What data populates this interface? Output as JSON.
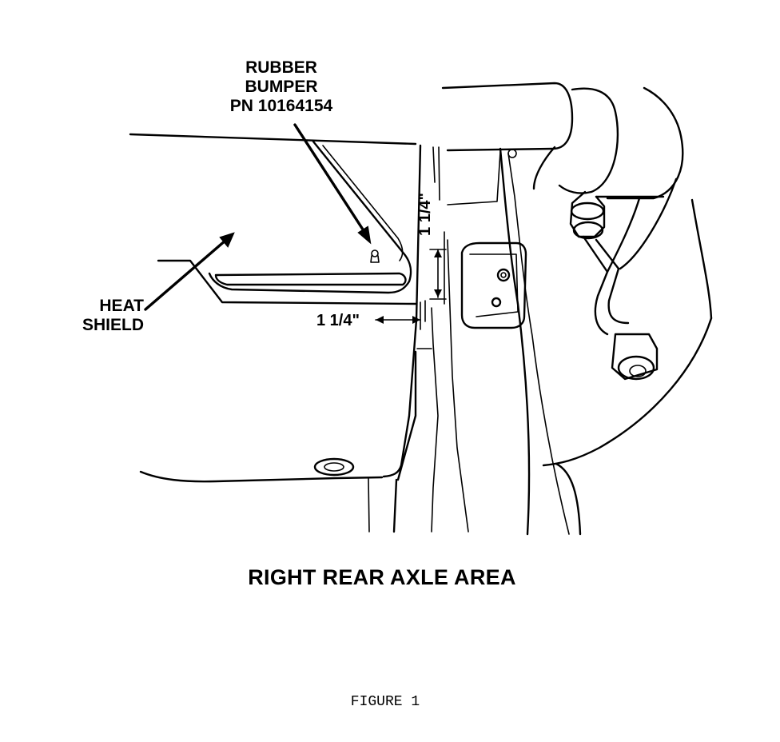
{
  "callouts": {
    "rubber_bumper": [
      "RUBBER",
      "BUMPER",
      "PN 10164154"
    ],
    "heat_shield": [
      "HEAT",
      "SHIELD"
    ],
    "dim_horizontal": "1 1/4\"",
    "dim_vertical": "1 1/4\""
  },
  "title": "RIGHT REAR AXLE AREA",
  "caption": "FIGURE 1"
}
